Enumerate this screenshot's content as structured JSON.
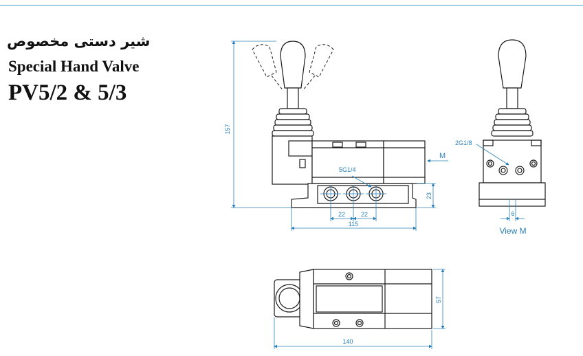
{
  "header": {
    "title_fa": "شیر دستی مخصوص",
    "title_en": "Special Hand Valve",
    "model": "PV5/2 & 5/3"
  },
  "front_view": {
    "dim_height": "157",
    "dim_base": "23",
    "dim_pitch_left": "22",
    "dim_pitch_right": "22",
    "dim_length": "115",
    "port_label": "5G1/4",
    "arrow_label": "M"
  },
  "side_view": {
    "port_label": "2G1/8",
    "dim_width": "6",
    "caption": "View M"
  },
  "top_view": {
    "dim_depth": "57",
    "dim_length": "140"
  },
  "colors": {
    "line": "#1a1a1a",
    "dimension": "#2a7fb8",
    "accent_rule": "#3aa0c8"
  }
}
